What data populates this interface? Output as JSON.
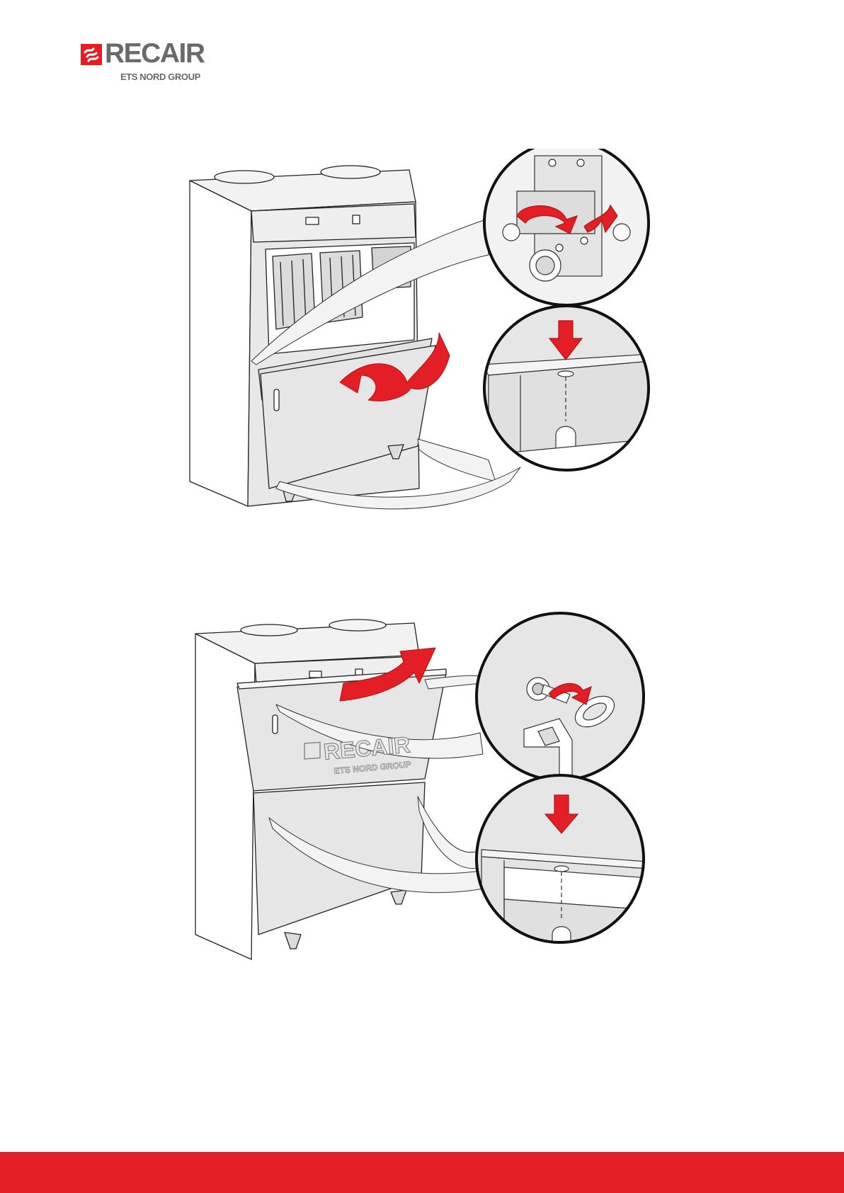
{
  "brand": {
    "name": "RECAIR",
    "subtitle": "ETS NORD GROUP",
    "color": "#e31e24",
    "text_color": "#6a6a6a"
  },
  "figures": [
    {
      "id": "door-upper-latch",
      "icon": "unit-open-door-illustration",
      "details": [
        "hinge-latch-rotation-detail",
        "door-pin-alignment-detail"
      ]
    },
    {
      "id": "door-upper-closed",
      "icon": "unit-closed-door-illustration",
      "details": [
        "key-lock-turn-detail",
        "door-pin-alignment-detail"
      ],
      "panel_logo": {
        "name": "RECAIR",
        "subtitle": "ETS NORD GROUP"
      }
    }
  ],
  "footer": {
    "color": "#e31e24"
  }
}
